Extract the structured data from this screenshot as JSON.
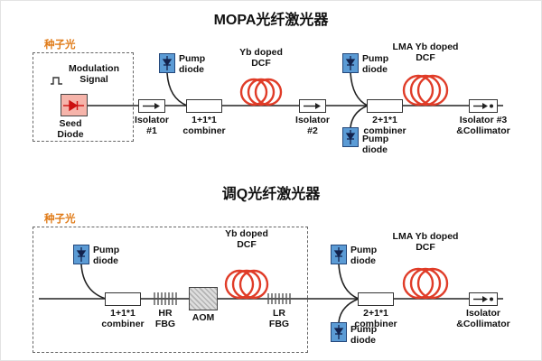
{
  "colors": {
    "fiber_line": "#222222",
    "coil_red": "#e03c28",
    "pump_blue": "#5b9bd5",
    "seed_pink": "#f6b4aa",
    "seed_label_orange": "#e07b18",
    "aom_gray": "#c0c0c0"
  },
  "mopa": {
    "title": "MOPA光纤激光器",
    "seed_light": "种子光",
    "modulation": "Modulation Signal",
    "seed_diode": "Seed Diode",
    "isolator1": "Isolator #1",
    "pump1": "Pump diode",
    "combiner1": "1+1*1 combiner",
    "yb_dcf": "Yb doped DCF",
    "isolator2": "Isolator #2",
    "pump2": "Pump diode",
    "pump3": "Pump diode",
    "combiner2": "2+1*1 combiner",
    "lma_dcf": "LMA Yb doped DCF",
    "isolator3": "Isolator #3 &Collimator"
  },
  "qswitch": {
    "title": "调Q光纤激光器",
    "seed_light": "种子光",
    "pump1": "Pump diode",
    "combiner1": "1+1*1 combiner",
    "hr_fbg": "HR FBG",
    "aom": "AOM",
    "yb_dcf": "Yb doped DCF",
    "lr_fbg": "LR FBG",
    "pump2": "Pump diode",
    "pump3": "Pump diode",
    "combiner2": "2+1*1 combiner",
    "lma_dcf": "LMA Yb doped DCF",
    "isolator": "Isolator &Collimator"
  }
}
